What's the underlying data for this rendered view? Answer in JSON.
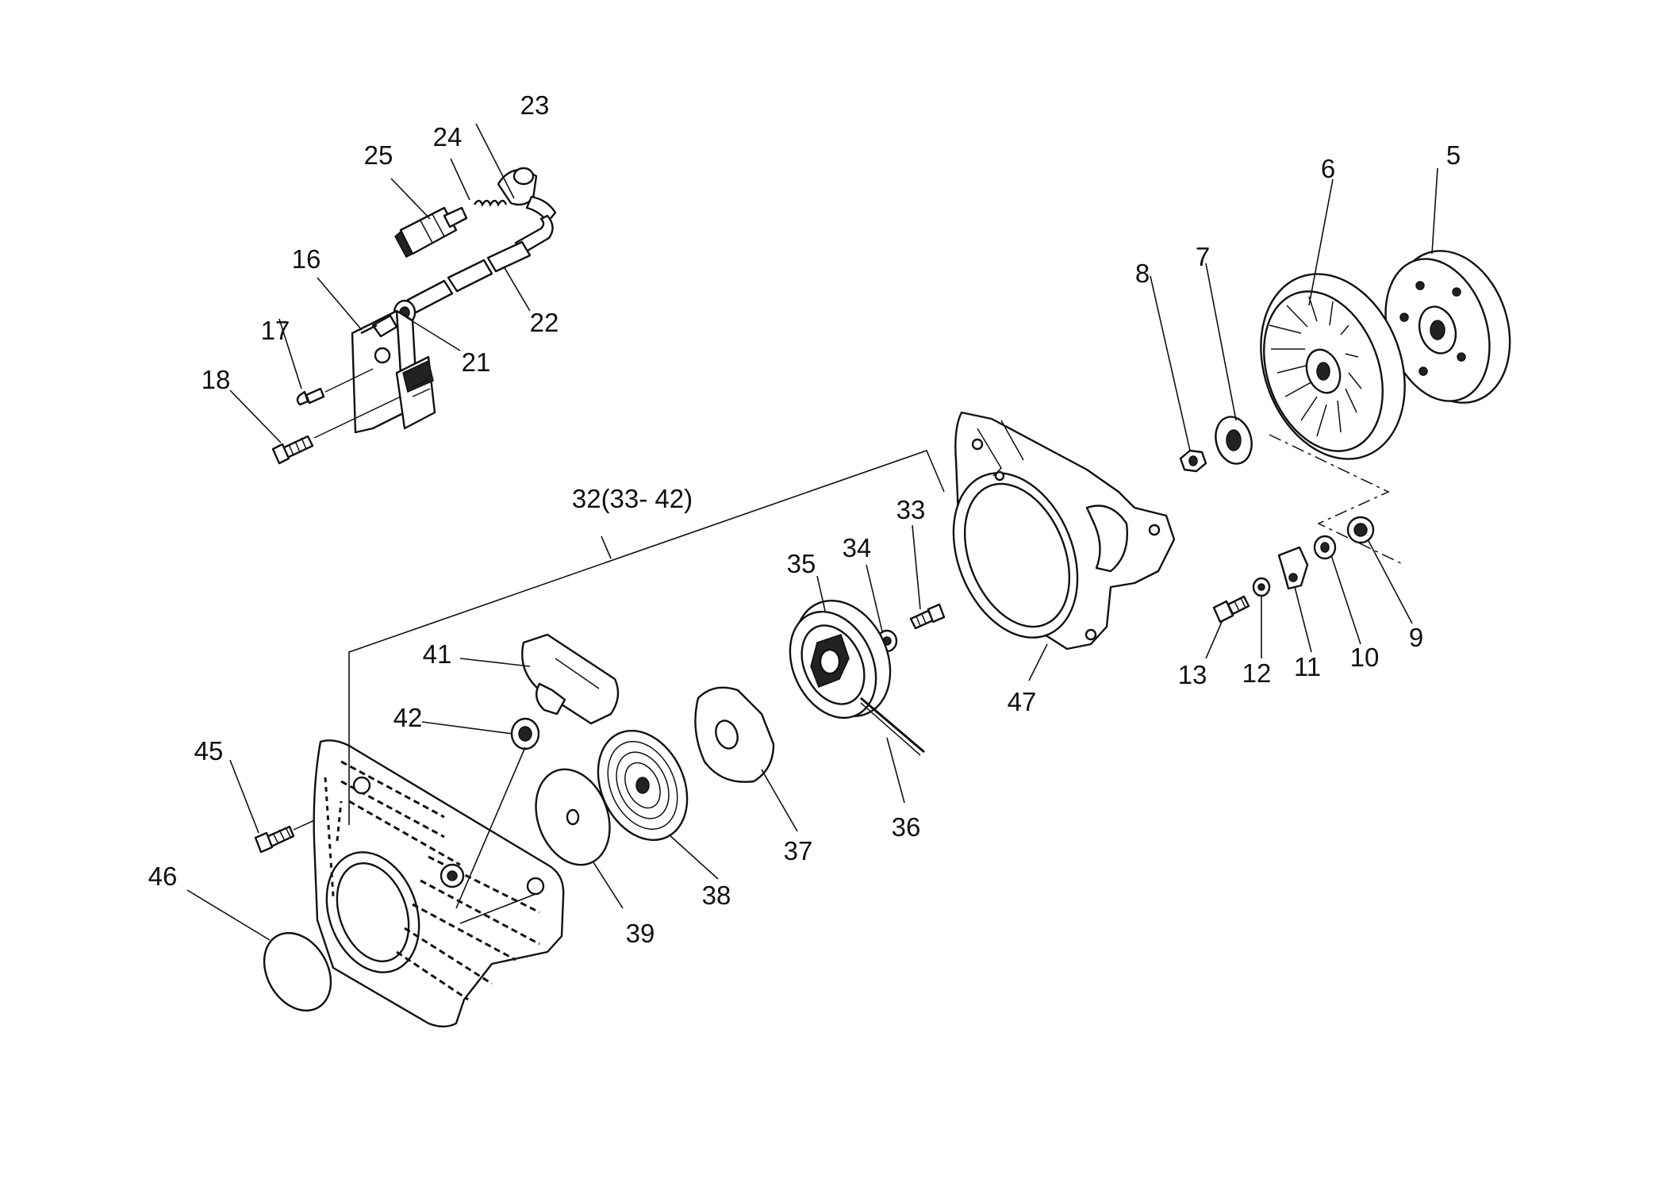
{
  "diagram": {
    "labels": {
      "p5": "5",
      "p6": "6",
      "p7": "7",
      "p8": "8",
      "p9": "9",
      "p10": "10",
      "p11": "11",
      "p12": "12",
      "p13": "13",
      "p16": "16",
      "p17": "17",
      "p18": "18",
      "p21": "21",
      "p22": "22",
      "p23": "23",
      "p24": "24",
      "p25": "25",
      "p32": "32(33- 42)",
      "p33": "33",
      "p34": "34",
      "p35": "35",
      "p36": "36",
      "p37": "37",
      "p38": "38",
      "p39": "39",
      "p41": "41",
      "p42": "42",
      "p45": "45",
      "p46": "46",
      "p47": "47"
    }
  }
}
